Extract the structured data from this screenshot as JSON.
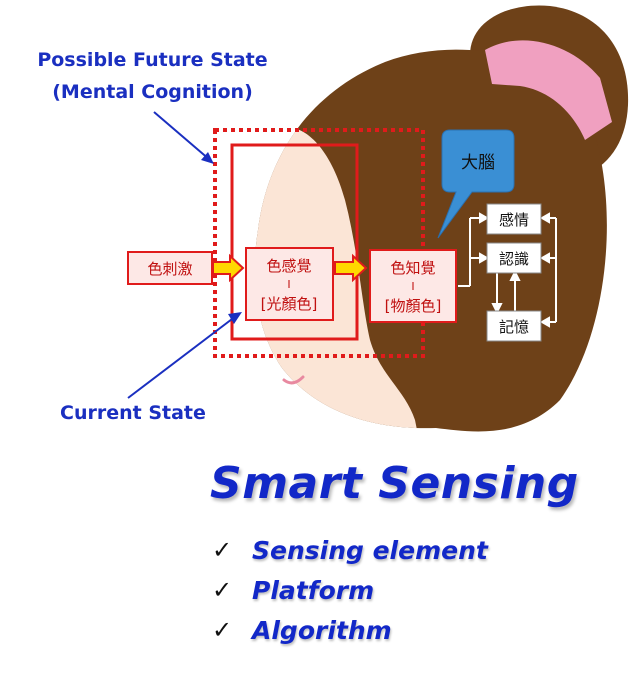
{
  "labels": {
    "future_line1": "Possible Future State",
    "future_line2": "(Mental Cognition)",
    "current": "Current State"
  },
  "boxes": {
    "stimulus": "色刺激",
    "sensation_top": "色感覺",
    "sensation_sep": "I",
    "sensation_bottom": "[光顏色]",
    "perception_top": "色知覺",
    "perception_sep": "I",
    "perception_bottom": "[物顏色]",
    "emotion": "感情",
    "cognition": "認識",
    "memory": "記憶"
  },
  "bubble": {
    "brain": "大腦"
  },
  "title": "Smart Sensing",
  "checklist": [
    {
      "icon": "✓",
      "label": "Sensing element"
    },
    {
      "icon": "✓",
      "label": "Platform"
    },
    {
      "icon": "✓",
      "label": "Algorithm"
    }
  ],
  "colors": {
    "hair": "#6e4118",
    "skin": "#fbe5d6",
    "hair_band": "#f0a0c0",
    "bubble": "#3a8fd4",
    "box_red": "#e01b1b",
    "box_fill": "#fde8e6",
    "arrow_fill": "#ffd800",
    "text_blue": "#1228c8"
  }
}
